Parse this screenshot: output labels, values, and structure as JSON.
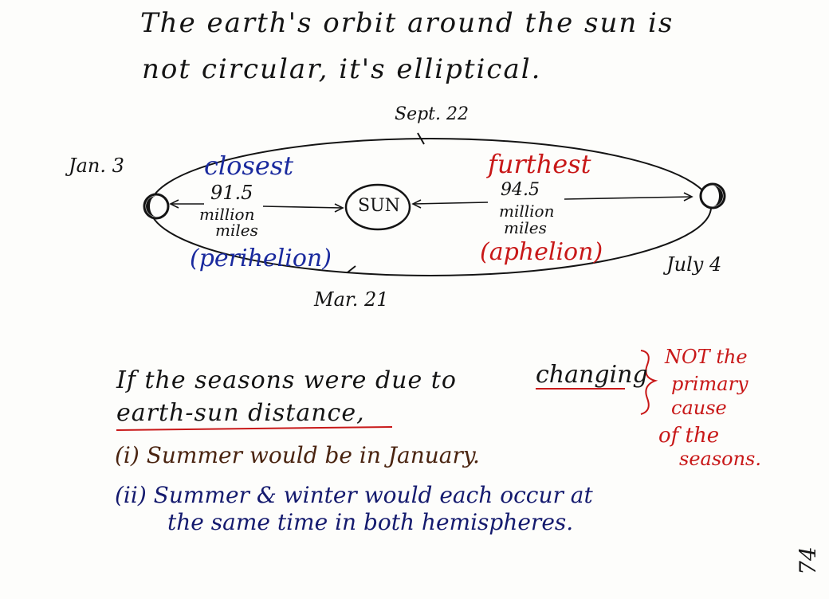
{
  "title": {
    "line1": "The earth's orbit around the sun is",
    "line2": "not circular, it's elliptical."
  },
  "diagram": {
    "sept_label": "Sept. 22",
    "mar_label": "Mar. 21",
    "jan_label": "Jan. 3",
    "july_label": "July 4",
    "sun_label": "SUN",
    "closest": {
      "word": "closest",
      "value": "91.5",
      "unit1": "million",
      "unit2": "miles",
      "name": "(perihelion)"
    },
    "furthest": {
      "word": "furthest",
      "value": "94.5",
      "unit1": "million",
      "unit2": "miles",
      "name": "(aphelion)"
    }
  },
  "statement": {
    "line1_pre": "If the seasons were due to",
    "line1_key": "changing",
    "line2": "earth-sun distance,",
    "item1": "(i) Summer would be in January.",
    "item2_line1": "(ii) Summer & winter would each occur at",
    "item2_line2": "the same time in both hemispheres."
  },
  "side_note": {
    "line1": "NOT the",
    "line2": "primary",
    "line3": "cause",
    "line4": "of the",
    "line5": "seasons."
  },
  "page_number": "74",
  "colors": {
    "ink": "#141414",
    "blue_ink": "#1a2a9e",
    "red_ink": "#c81818",
    "brown_ink": "#4a2410",
    "navy_ink": "#141a6e"
  }
}
